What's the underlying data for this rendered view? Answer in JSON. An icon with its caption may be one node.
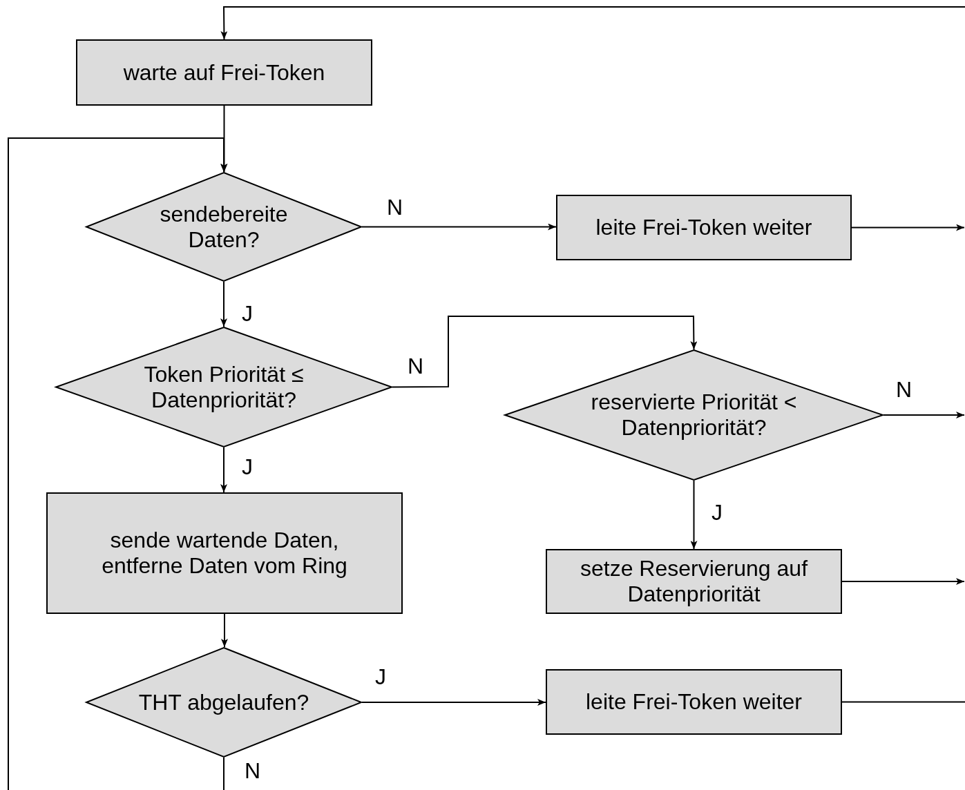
{
  "diagram": {
    "nodes": [
      {
        "text": [
          "warte auf Frei-Token"
        ]
      },
      {
        "text": [
          "sendebereite Daten?"
        ]
      },
      {
        "text": [
          "leite Frei-Token weiter"
        ]
      },
      {
        "text": [
          "Token Priorität ≤ Datenpriorität?"
        ]
      },
      {
        "text": [
          "reservierte Priorität < Datenpriorität?"
        ]
      },
      {
        "text": [
          "sende wartende Daten, entferne Daten vom Ring"
        ]
      },
      {
        "text": [
          "setze Reservierung auf Datenpriorität"
        ]
      },
      {
        "text": [
          "THT abgelaufen?"
        ]
      },
      {
        "text": [
          "leite Frei-Token weiter"
        ]
      }
    ],
    "edges": [
      {
        "from": null,
        "to": 0,
        "arrow": "to"
      },
      {
        "from": 0,
        "to": 1,
        "arrow": "to"
      },
      {
        "from": 1,
        "to": 2,
        "label": "N",
        "arrow": "to"
      },
      {
        "from": 2,
        "to": null,
        "arrow": "to"
      },
      {
        "from": 1,
        "to": 3,
        "label": "J",
        "arrow": "to"
      },
      {
        "from": 3,
        "to": 4,
        "label": "N",
        "arrow": "to"
      },
      {
        "from": 4,
        "to": null,
        "label": "N",
        "arrow": "to"
      },
      {
        "from": 3,
        "to": 5,
        "label": "J",
        "arrow": "to"
      },
      {
        "from": 4,
        "to": 6,
        "label": "J",
        "arrow": "to"
      },
      {
        "from": 6,
        "to": null,
        "arrow": "to"
      },
      {
        "from": 5,
        "to": 7,
        "arrow": "to"
      },
      {
        "from": 7,
        "to": 8,
        "label": "J",
        "arrow": "to"
      },
      {
        "from": 8,
        "to": null,
        "arrow": "none"
      },
      {
        "from": 7,
        "to": null,
        "label": "N",
        "arrow": "none"
      },
      {
        "from": null,
        "to": 1,
        "arrow": "to"
      }
    ]
  }
}
